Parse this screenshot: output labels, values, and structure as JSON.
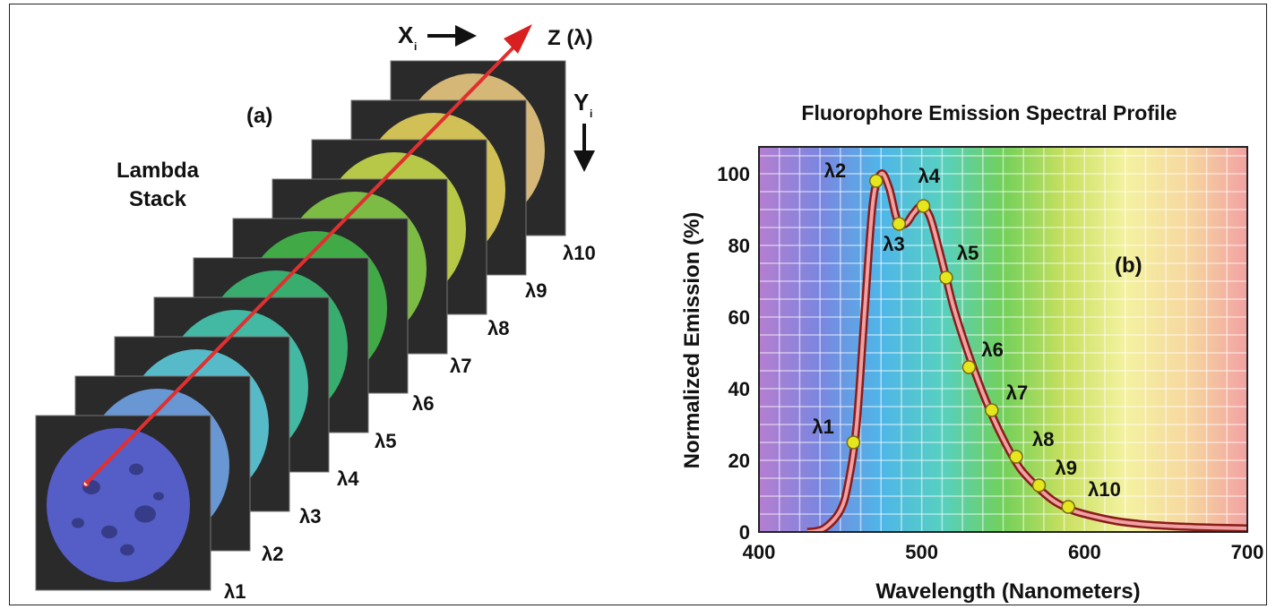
{
  "panel_a": {
    "label": "(a)",
    "stack_title_line1": "Lambda",
    "stack_title_line2": "Stack",
    "axis_x": "X",
    "axis_x_sub": "i",
    "axis_y": "Y",
    "axis_y_sub": "i",
    "axis_z": "Z (λ)",
    "slices": [
      {
        "label": "λ1",
        "color": "#5a63d8"
      },
      {
        "label": "λ2",
        "color": "#6fa3e6"
      },
      {
        "label": "λ3",
        "color": "#5ccad9"
      },
      {
        "label": "λ4",
        "color": "#46c8b0"
      },
      {
        "label": "λ5",
        "color": "#3bbb74"
      },
      {
        "label": "λ6",
        "color": "#44b84a"
      },
      {
        "label": "λ7",
        "color": "#86cc47"
      },
      {
        "label": "λ8",
        "color": "#c6d84a"
      },
      {
        "label": "λ9",
        "color": "#e2d05a"
      },
      {
        "label": "λ10",
        "color": "#e8c780"
      }
    ]
  },
  "panel_b": {
    "label": "(b)",
    "chart_data": {
      "type": "line",
      "title": "Fluorophore Emission Spectral Profile",
      "xlabel": "Wavelength (Nanometers)",
      "ylabel": "Normalized Emission (%)",
      "xlim": [
        400,
        700
      ],
      "ylim": [
        0,
        100
      ],
      "xticks": [
        400,
        500,
        600,
        700
      ],
      "yticks": [
        0,
        20,
        40,
        60,
        80,
        100
      ],
      "grid": true,
      "curve": {
        "x": [
          430,
          440,
          450,
          455,
          460,
          465,
          470,
          475,
          480,
          485,
          490,
          495,
          500,
          505,
          510,
          515,
          520,
          530,
          540,
          550,
          560,
          570,
          580,
          590,
          600,
          620,
          640,
          660,
          680,
          700
        ],
        "y": [
          0,
          1,
          6,
          14,
          30,
          62,
          92,
          100,
          96,
          87,
          86,
          89,
          91,
          88,
          80,
          71,
          62,
          48,
          36,
          26,
          18,
          13,
          9,
          6.5,
          5,
          3,
          2,
          1.5,
          1.2,
          1
        ]
      },
      "points": [
        {
          "label": "λ1",
          "x": 458,
          "y": 25
        },
        {
          "label": "λ2",
          "x": 472,
          "y": 98
        },
        {
          "label": "λ3",
          "x": 486,
          "y": 86
        },
        {
          "label": "λ4",
          "x": 501,
          "y": 91
        },
        {
          "label": "λ5",
          "x": 515,
          "y": 71
        },
        {
          "label": "λ6",
          "x": 529,
          "y": 46
        },
        {
          "label": "λ7",
          "x": 543,
          "y": 34
        },
        {
          "label": "λ8",
          "x": 558,
          "y": 21
        },
        {
          "label": "λ9",
          "x": 572,
          "y": 13
        },
        {
          "label": "λ10",
          "x": 590,
          "y": 7
        }
      ],
      "spectrum_colors": [
        "#b57ed0",
        "#7a86e0",
        "#4fb6e8",
        "#57d0c0",
        "#72d05a",
        "#c8e060",
        "#f4f2a0",
        "#f6d8a0",
        "#f1a2a2"
      ],
      "curve_color": "#d0484a",
      "point_color": "#e6e61e"
    }
  }
}
